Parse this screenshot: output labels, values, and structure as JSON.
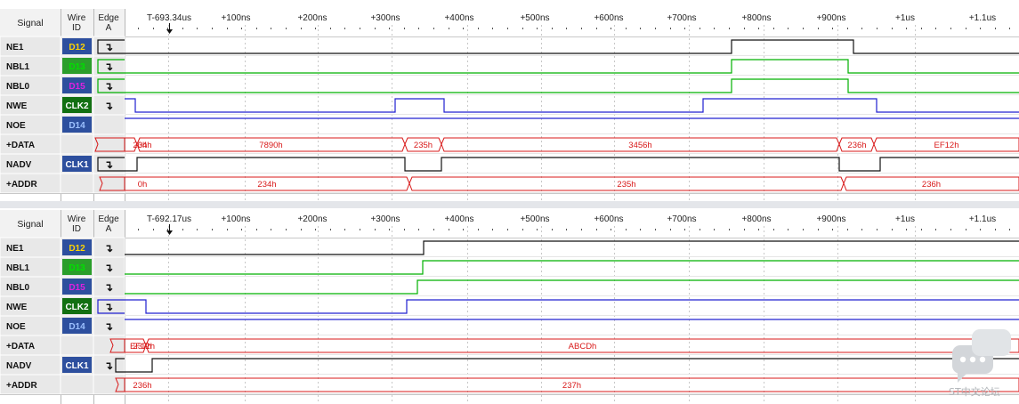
{
  "header": {
    "signal": "Signal",
    "wire1": "Wire",
    "wire2": "ID",
    "edge1": "Edge",
    "edge2": "A"
  },
  "edge_glyph": "↴",
  "colors": {
    "black": "#111111",
    "green": "#00b000",
    "blue": "#2020d0",
    "red": "#d81818",
    "grid": "#c8c8c8",
    "label_bg": "#e8e8e8",
    "header_bg": "#f2f2f2",
    "id_bg": "#2d4f9e",
    "d13_bg": "#2b9e2b",
    "clk2_bg": "#127012"
  },
  "timeline": {
    "ticks": [
      "+100ns",
      "+200ns",
      "+300ns",
      "+400ns",
      "+500ns",
      "+600ns",
      "+700ns",
      "+800ns",
      "+900ns",
      "+1us",
      "+1.1us"
    ]
  },
  "panels": [
    {
      "cursor_label": "T-693.34us",
      "rows": [
        {
          "name": "NE1",
          "id": "D12",
          "id_color": "#ffd400",
          "edge": true,
          "type": "digital",
          "color": "#111111",
          "init": 1,
          "toggles": [
            110,
            822,
            959
          ]
        },
        {
          "name": "NBL1",
          "id": "D13",
          "id_color": "#00e000",
          "id_bg": "#2b9e2b",
          "edge": true,
          "type": "digital",
          "color": "#00b000",
          "init": 1,
          "toggles": [
            110,
            822,
            953
          ]
        },
        {
          "name": "NBL0",
          "id": "D15",
          "id_color": "#e020e0",
          "edge": true,
          "type": "digital",
          "color": "#00b000",
          "init": 1,
          "toggles": [
            110,
            822,
            953
          ]
        },
        {
          "name": "NWE",
          "id": "CLK2",
          "id_color": "#ffffff",
          "id_bg": "#127012",
          "edge": true,
          "type": "digital",
          "color": "#2020d0",
          "init": 1,
          "toggles": [
            152,
            444,
            499,
            790,
            985
          ]
        },
        {
          "name": "NOE",
          "id": "D14",
          "id_color": "#9cc0ff",
          "edge": false,
          "type": "digital",
          "color": "#2020d0",
          "init": 1,
          "toggles": []
        },
        {
          "name": "+DATA",
          "id": "",
          "edge": false,
          "type": "bus",
          "color": "#d81818",
          "segments": [
            {
              "from": 0,
              "to": 110,
              "label": "0h"
            },
            {
              "from": 110,
              "to": 154,
              "label": "234h"
            },
            {
              "from": 154,
              "to": 455,
              "label": "7890h"
            },
            {
              "from": 455,
              "to": 496,
              "label": "235h"
            },
            {
              "from": 496,
              "to": 943,
              "label": "3456h"
            },
            {
              "from": 943,
              "to": 982,
              "label": "236h"
            },
            {
              "from": 982,
              "to": 1180,
              "label": "EF12h"
            }
          ]
        },
        {
          "name": "NADV",
          "id": "CLK1",
          "id_color": "#ffffff",
          "edge": true,
          "type": "digital",
          "color": "#111111",
          "init": 1,
          "toggles": [
            110,
            154,
            455,
            496,
            943,
            989
          ]
        },
        {
          "name": "+ADDR",
          "id": "",
          "edge": false,
          "type": "bus",
          "color": "#d81818",
          "segments": [
            {
              "from": 0,
              "to": 115,
              "label": "0h"
            },
            {
              "from": 115,
              "to": 460,
              "label": "234h"
            },
            {
              "from": 460,
              "to": 948,
              "label": "235h"
            },
            {
              "from": 948,
              "to": 1180,
              "label": "236h"
            }
          ]
        }
      ]
    },
    {
      "cursor_label": "T-692.17us",
      "rows": [
        {
          "name": "NE1",
          "id": "D12",
          "id_color": "#ffd400",
          "edge": true,
          "type": "digital",
          "color": "#111111",
          "init": 0,
          "toggles": [
            476
          ]
        },
        {
          "name": "NBL1",
          "id": "D13",
          "id_color": "#00e000",
          "id_bg": "#2b9e2b",
          "edge": true,
          "type": "digital",
          "color": "#00b000",
          "init": 0,
          "toggles": [
            475
          ]
        },
        {
          "name": "NBL0",
          "id": "D15",
          "id_color": "#e020e0",
          "edge": true,
          "type": "digital",
          "color": "#00b000",
          "init": 0,
          "toggles": [
            469
          ]
        },
        {
          "name": "NWE",
          "id": "CLK2",
          "id_color": "#ffffff",
          "id_bg": "#127012",
          "edge": true,
          "type": "digital",
          "color": "#2020d0",
          "init": 0,
          "toggles": [
            110,
            164,
            457
          ]
        },
        {
          "name": "NOE",
          "id": "D14",
          "id_color": "#9cc0ff",
          "edge": true,
          "type": "digital",
          "color": "#2020d0",
          "init": 1,
          "toggles": []
        },
        {
          "name": "+DATA",
          "id": "",
          "edge": false,
          "type": "bus",
          "color": "#d81818",
          "segments": [
            {
              "from": 0,
              "to": 127,
              "label": "EF12h"
            },
            {
              "from": 127,
              "to": 164,
              "label": "237h"
            },
            {
              "from": 164,
              "to": 1180,
              "label": "ABCDh"
            }
          ]
        },
        {
          "name": "NADV",
          "id": "CLK1",
          "id_color": "#ffffff",
          "edge": true,
          "type": "digital",
          "color": "#111111",
          "init": 1,
          "toggles": [
            130,
            171
          ]
        },
        {
          "name": "+ADDR",
          "id": "",
          "edge": false,
          "type": "bus",
          "color": "#d81818",
          "segments": [
            {
              "from": 0,
              "to": 133,
              "label": "236h"
            },
            {
              "from": 133,
              "to": 1180,
              "label": "237h"
            }
          ]
        }
      ]
    }
  ],
  "watermark": {
    "label": "ST中文论坛"
  }
}
